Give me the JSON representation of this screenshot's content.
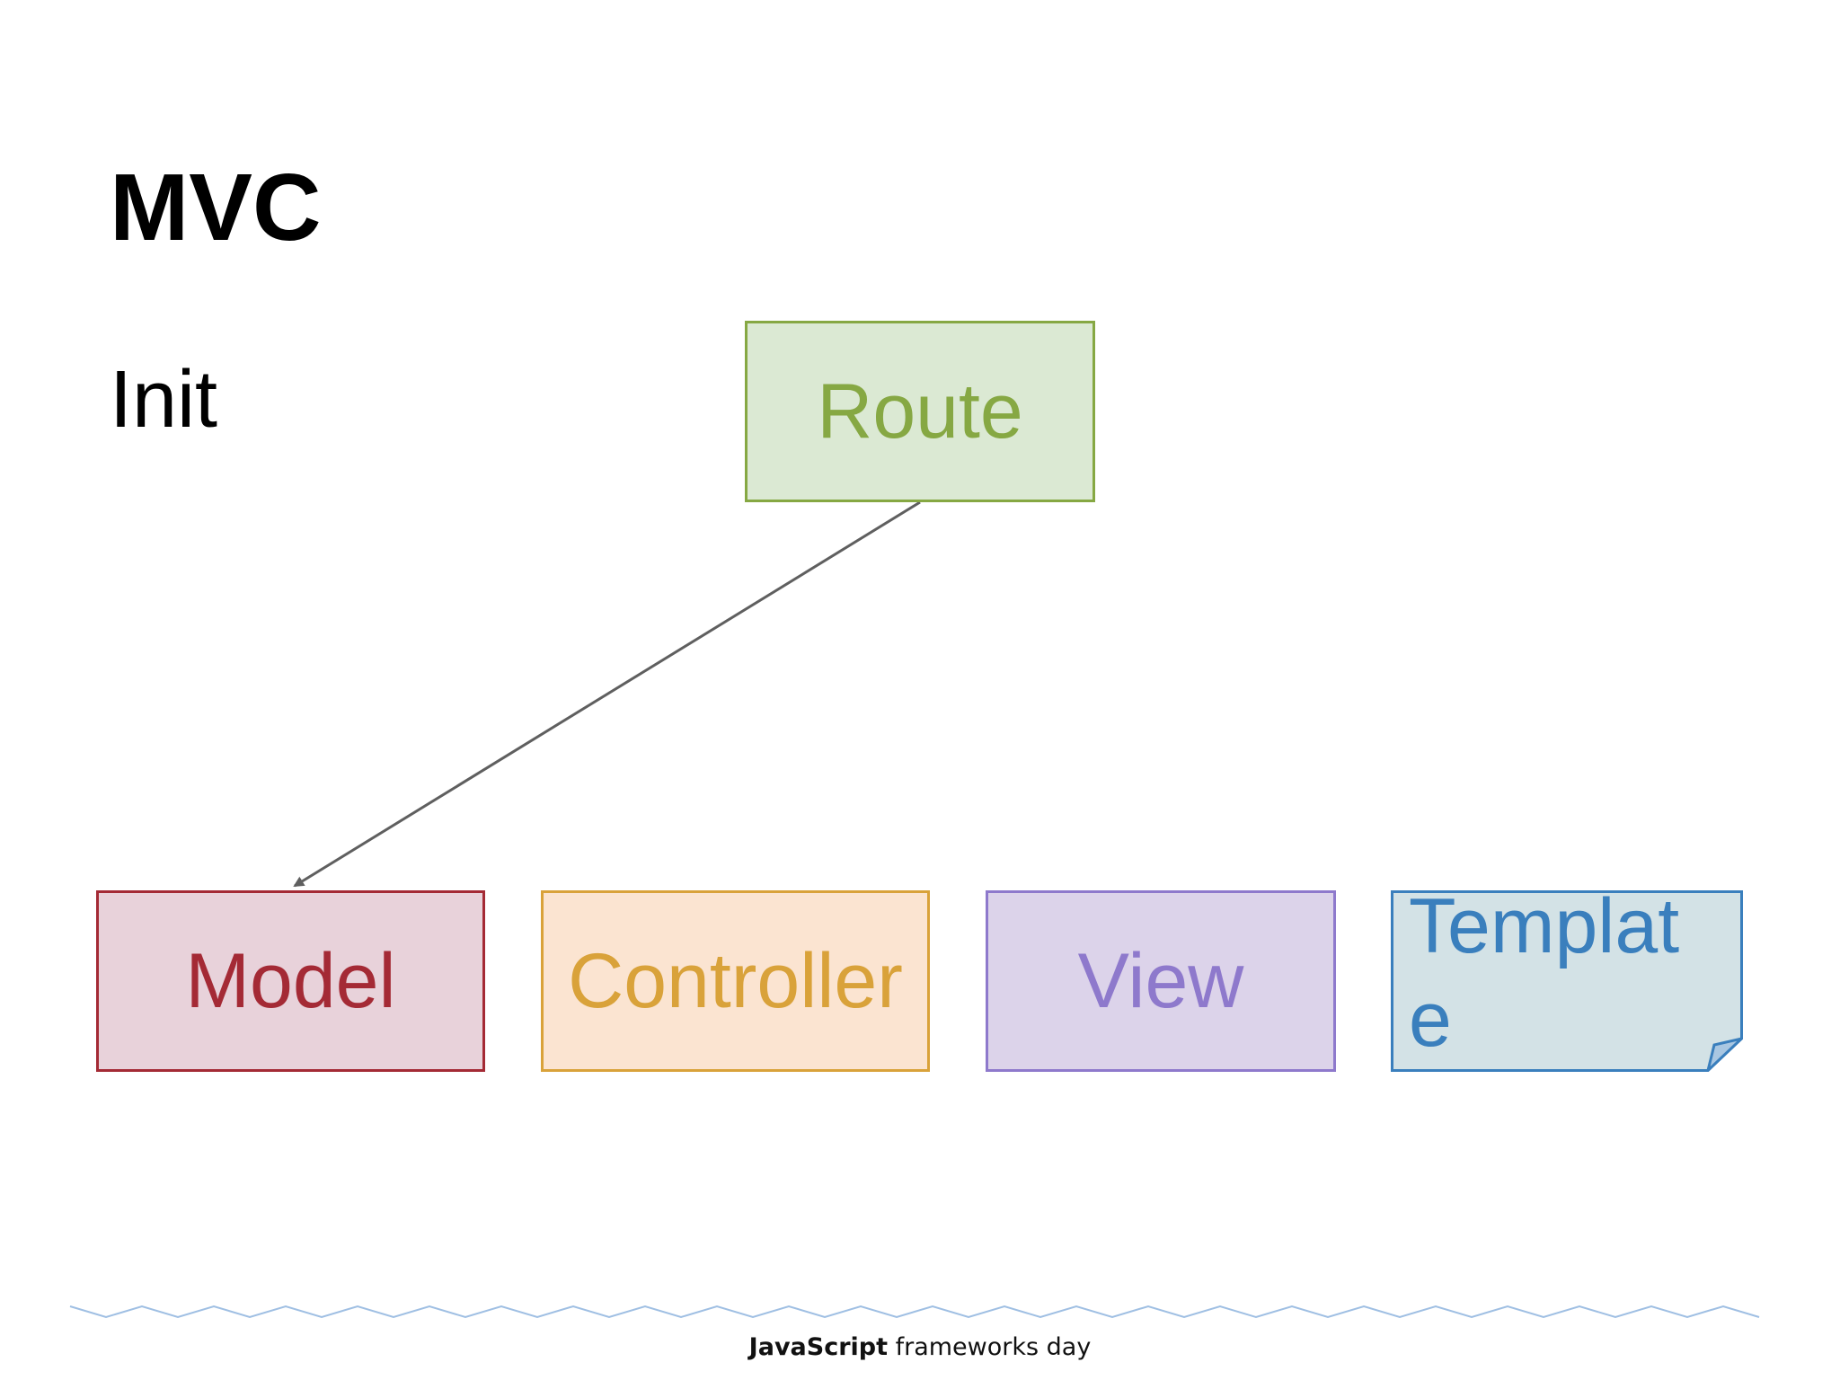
{
  "slide": {
    "title": "MVC",
    "subtitle": "Init"
  },
  "nodes": {
    "route": "Route",
    "model": "Model",
    "controller": "Controller",
    "view": "View",
    "template": "Template"
  },
  "edges": [
    {
      "from": "Route",
      "to": "Model",
      "type": "arrow"
    }
  ],
  "colors": {
    "route": "#86a843",
    "model": "#a42a35",
    "controller": "#d9a23a",
    "view": "#8e79cc",
    "template": "#3a7fbd",
    "arrow": "#5f5f5f",
    "footer_wave": "#9fbfe3"
  },
  "footer": {
    "brand_bold": "JavaScript",
    "brand_rest": " frameworks day"
  }
}
